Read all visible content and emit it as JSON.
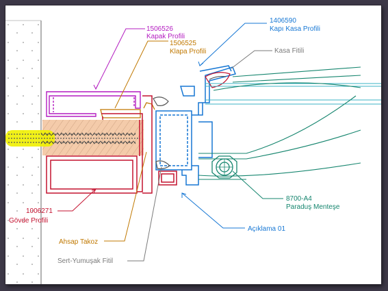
{
  "colors": {
    "magenta": "#b31cc0",
    "orange": "#c07800",
    "blue": "#1677d4",
    "gray": "#7a7a7a",
    "red": "#c4122f",
    "teal": "#15856e",
    "wood": "#f0b98d",
    "hatch": "#4a4a4a",
    "glass": "#3bb3c4",
    "screw": "#f0f000",
    "background": "#3d3847",
    "paper": "#ffffff"
  },
  "labels": {
    "kapak": {
      "code": "1506526",
      "name": "Kapak Profili"
    },
    "klapa": {
      "code": "1506525",
      "name": "Klapa Profili"
    },
    "kapi_kasa": {
      "code": "1406590",
      "name": "Kapı Kasa Profili"
    },
    "kasa_fitili": {
      "name": "Kasa Fitili"
    },
    "govde": {
      "code": "1006271",
      "name": "Gövde Profili"
    },
    "menteşe": {
      "code": "8700-A4",
      "name": "Paraduş Menteşe"
    },
    "aciklama": {
      "name": "Açıklama 01"
    },
    "ahsap": {
      "name": "Ahsap Takoz"
    },
    "fitil": {
      "name": "Sert-Yumuşak Fitil"
    }
  }
}
